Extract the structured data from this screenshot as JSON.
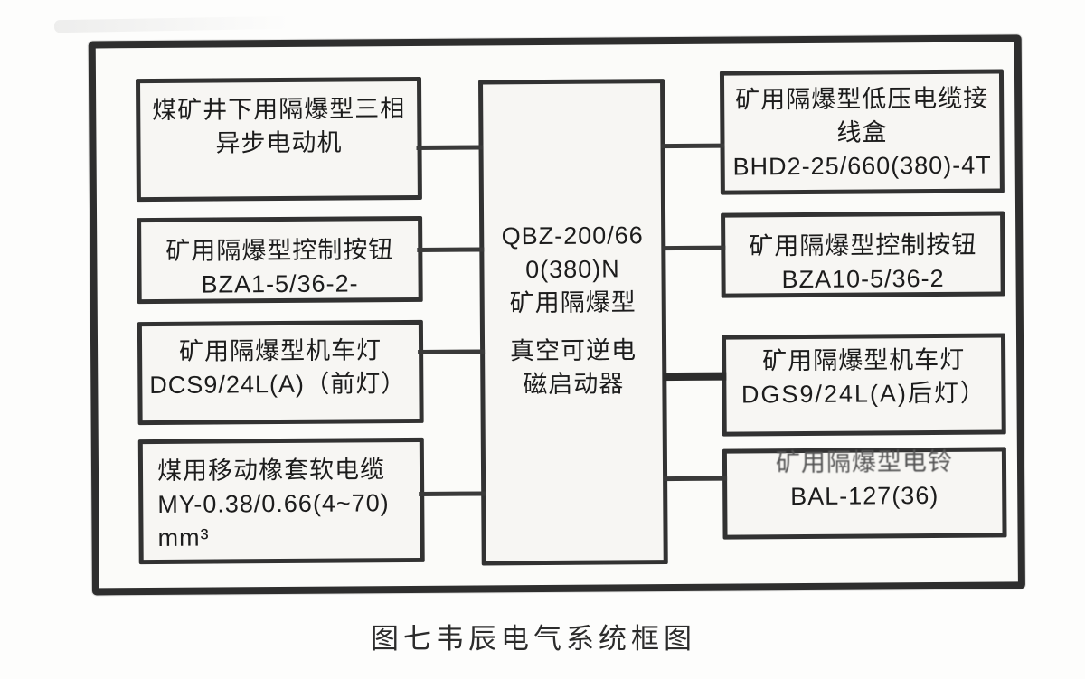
{
  "figure": {
    "caption": "图七韦辰电气系统框图"
  },
  "center_box": {
    "line1": "QBZ-200/66",
    "line2": "0(380)N",
    "line3": "矿用隔爆型",
    "line4": "真空可逆电",
    "line5": "磁启动器"
  },
  "left_boxes": [
    {
      "line1": "煤矿井下用隔爆型三相",
      "line2": "异步电动机"
    },
    {
      "line1": "矿用隔爆型控制按钮",
      "line2": "BZA1-5/36-2-"
    },
    {
      "line1": "矿用隔爆型机车灯",
      "model": "DCS9/24L(A)",
      "note": "（前灯）"
    },
    {
      "line1": "煤用移动橡套软电缆",
      "line2": "MY-0.38/0.66(4~70)",
      "line3": "mm³"
    }
  ],
  "right_boxes": [
    {
      "line1": "矿用隔爆型低压电缆接",
      "line2": "线盒",
      "line3": "BHD2-25/660(380)-4T"
    },
    {
      "line1": "矿用隔爆型控制按钮",
      "line2": "BZA10-5/36-2"
    },
    {
      "line1": "矿用隔爆型机车灯",
      "line2": "DGS9/24L(A)后灯）"
    },
    {
      "line1": "矿用隔爆型电铃",
      "line2": "BAL-127(36)"
    }
  ],
  "colors": {
    "frame_border": "#2e2e2e",
    "box_border": "#323232",
    "box_fill": "#f7f6f3",
    "connector": "#3a3a3a",
    "text": "#1c1c1c",
    "page_bg": "#fdfdfc"
  }
}
